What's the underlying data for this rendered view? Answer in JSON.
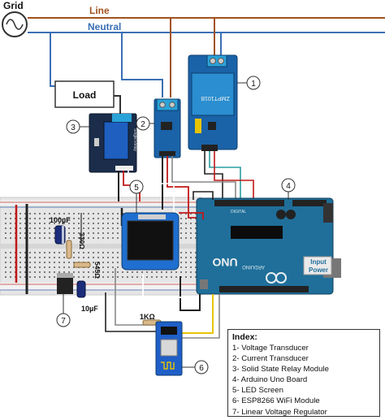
{
  "labels": {
    "grid": "Grid",
    "line": "Line",
    "neutral": "Neutral",
    "load": "Load",
    "zmpt": "ZMPT101B",
    "relay_text": "Single Relay",
    "cap_100uf": "100µF",
    "cap_10uf": "10µF",
    "res_330": "330Ω",
    "res_545": "545Ω",
    "res_1k": "1KΩ",
    "uno": "UNO",
    "arduino_brand": "ARDUINO",
    "input": "Input",
    "power": "Power",
    "digital": "DIGITAL"
  },
  "callouts": [
    "1",
    "2",
    "3",
    "4",
    "5",
    "6",
    "7"
  ],
  "index": {
    "title": "Index:",
    "items": [
      "1- Voltage Transducer",
      "2- Current Transducer",
      "3- Solid State Relay Module",
      "4- Arduino Uno Board",
      "5- LED Screen",
      "6- ESP8266 WiFi Module",
      "7- Linear Voltage Regulator"
    ]
  },
  "colors": {
    "line_wire": "#a0521f",
    "neutral_wire": "#3a6fb5",
    "arduino_board": "#1f6f9a",
    "zmpt_board": "#1a63a8",
    "relay_board": "#1b2d4a",
    "breadboard": "#e6e6e6"
  }
}
